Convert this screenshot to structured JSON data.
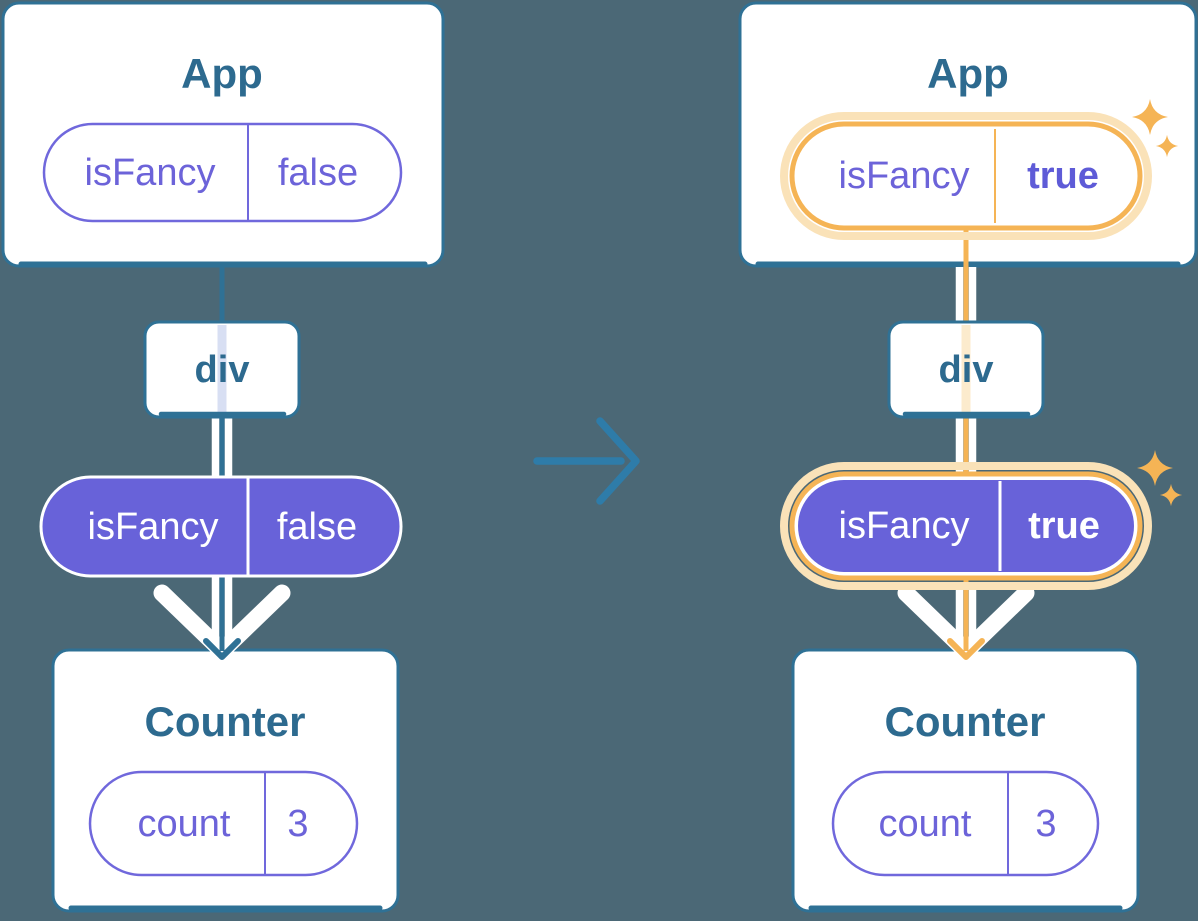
{
  "palette": {
    "bg": "#4B6876",
    "lineBlue": "#2F7195",
    "titleBlue": "#2D6A8F",
    "arrowBlue": "#2E7CA9",
    "purple": "#6862D9",
    "purpleStroke": "#7068DC",
    "purpleText": "#6C63D9",
    "purpleTextBold": "#5E5BD7",
    "lavender": "#D8DFF3",
    "orange": "#F5B455",
    "orangeHalo": "#FAE2B8",
    "paleOrange": "#FCEBCD",
    "cardWhite": "#FFFFFF"
  },
  "before": {
    "app_title": "App",
    "app_prop": {
      "name": "isFancy",
      "value": "false"
    },
    "container_label": "div",
    "passed_prop": {
      "name": "isFancy",
      "value": "false"
    },
    "counter_title": "Counter",
    "counter_state": {
      "name": "count",
      "value": "3"
    }
  },
  "after": {
    "app_title": "App",
    "app_prop": {
      "name": "isFancy",
      "value": "true"
    },
    "container_label": "div",
    "passed_prop": {
      "name": "isFancy",
      "value": "true"
    },
    "counter_title": "Counter",
    "counter_state": {
      "name": "count",
      "value": "3"
    }
  }
}
